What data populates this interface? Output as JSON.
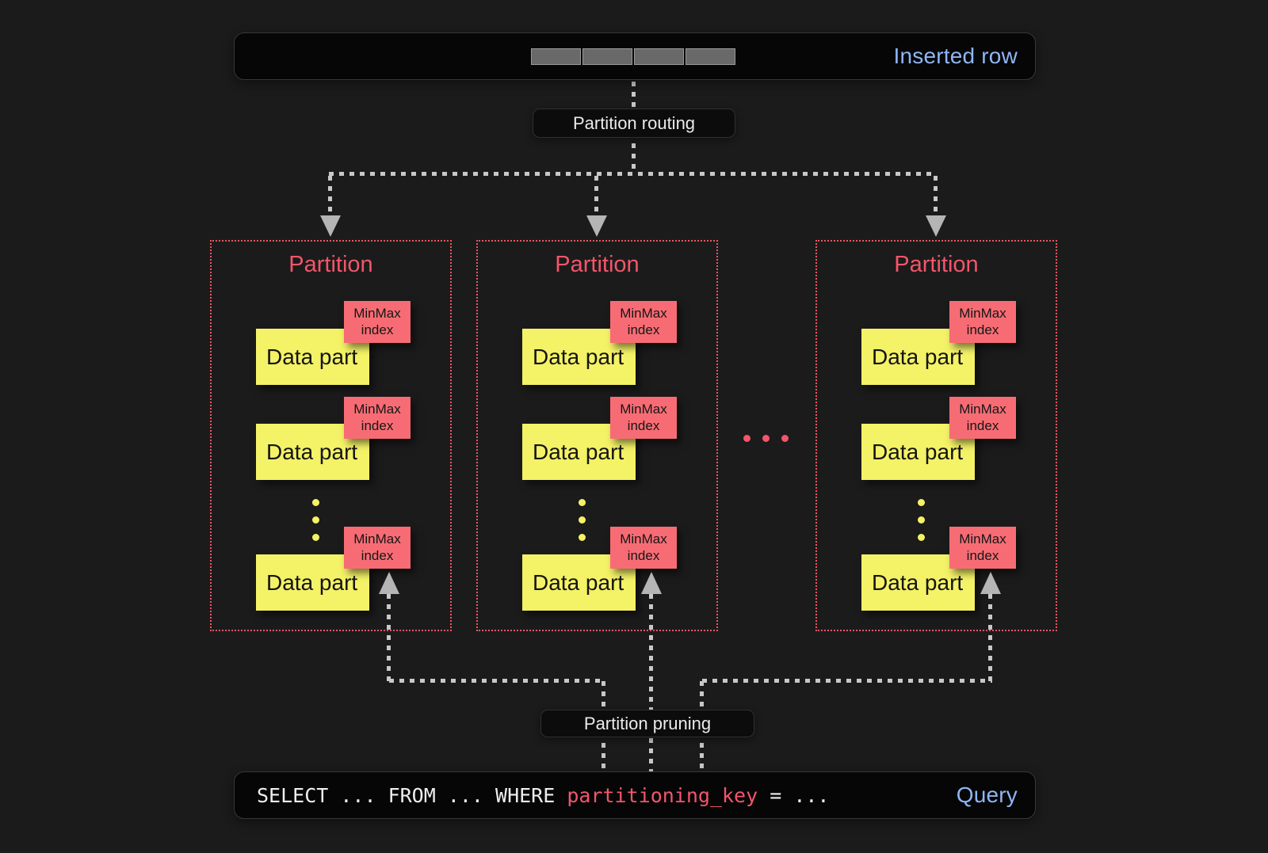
{
  "colors": {
    "accent_blue": "#8fb6f4",
    "red_text": "#f2566a",
    "red_fill": "#f76c74",
    "red_border": "#ef5560",
    "yellow": "#f4f266",
    "arrow_gray": "#c8c8c8"
  },
  "inserted_row_bar": {
    "label": "Inserted row",
    "segment_count": 4
  },
  "routing_label": {
    "text": "Partition routing"
  },
  "pruning_label": {
    "text": "Partition pruning"
  },
  "partitions": [
    {
      "title": "Partition",
      "parts": [
        {
          "label": "Data part",
          "index_label": "MinMax index"
        },
        {
          "label": "Data part",
          "index_label": "MinMax index"
        },
        {
          "label": "Data part",
          "index_label": "MinMax index"
        }
      ]
    },
    {
      "title": "Partition",
      "parts": [
        {
          "label": "Data part",
          "index_label": "MinMax index"
        },
        {
          "label": "Data part",
          "index_label": "MinMax index"
        },
        {
          "label": "Data part",
          "index_label": "MinMax index"
        }
      ]
    },
    {
      "title": "Partition",
      "parts": [
        {
          "label": "Data part",
          "index_label": "MinMax index"
        },
        {
          "label": "Data part",
          "index_label": "MinMax index"
        },
        {
          "label": "Data part",
          "index_label": "MinMax index"
        }
      ]
    }
  ],
  "query_bar": {
    "code_prefix": "SELECT ... FROM ... WHERE ",
    "code_key": "partitioning_key",
    "code_suffix": " = ...",
    "label": "Query"
  }
}
